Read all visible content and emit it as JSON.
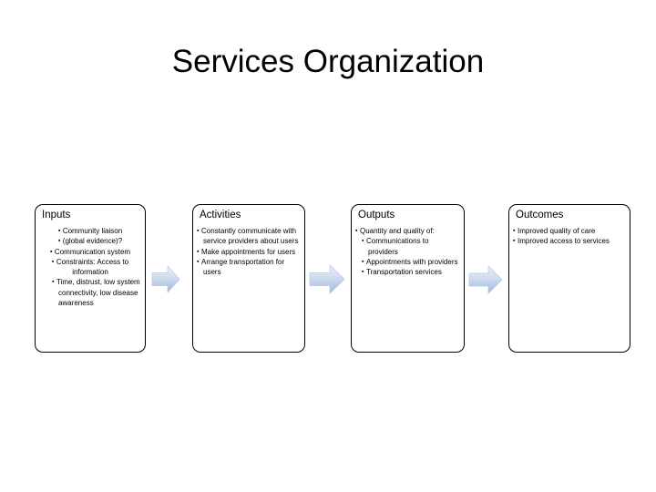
{
  "slide": {
    "title": "Services Organization",
    "background_color": "#ffffff",
    "text_color": "#000000",
    "box_border_color": "#000000",
    "arrow_color_light": "#dbe5f1",
    "arrow_color_mid": "#b8cce4",
    "arrow_color_dark": "#95b3d7",
    "bullet_glyph": "▪"
  },
  "boxes": [
    {
      "id": "inputs",
      "header": "Inputs",
      "items": [
        {
          "level": 1,
          "text": "Community liaison"
        },
        {
          "level": 1,
          "text": "(global evidence)?"
        },
        {
          "level": 1,
          "text": "Communication system"
        },
        {
          "level": 0,
          "text": "Constraints: Access to information"
        },
        {
          "level": 2,
          "text": "Time, distrust, low system connectivity, low disease awareness"
        }
      ]
    },
    {
      "id": "activities",
      "header": "Activities",
      "items": [
        {
          "level": 0,
          "text": "Constantly communicate with service providers about users"
        },
        {
          "level": 0,
          "text": "Make appointments for users"
        },
        {
          "level": 0,
          "text": "Arrange transportation for users"
        }
      ]
    },
    {
      "id": "outputs",
      "header": "Outputs",
      "items": [
        {
          "level": 0,
          "text": "Quantity and quality of:"
        },
        {
          "level": 1,
          "text": "Communications to providers"
        },
        {
          "level": 1,
          "text": "Appointments with providers"
        },
        {
          "level": 1,
          "text": "Transportation services"
        }
      ]
    },
    {
      "id": "outcomes",
      "header": "Outcomes",
      "items": [
        {
          "level": 0,
          "text": "Improved quality of care"
        },
        {
          "level": 0,
          "text": "Improved access to services"
        }
      ]
    }
  ],
  "arrows": [
    {
      "id": "arrow-inputs-to-activities",
      "direction": "right"
    },
    {
      "id": "arrow-activities-to-outputs",
      "direction": "right"
    },
    {
      "id": "arrow-outputs-to-outcomes",
      "direction": "right"
    }
  ]
}
